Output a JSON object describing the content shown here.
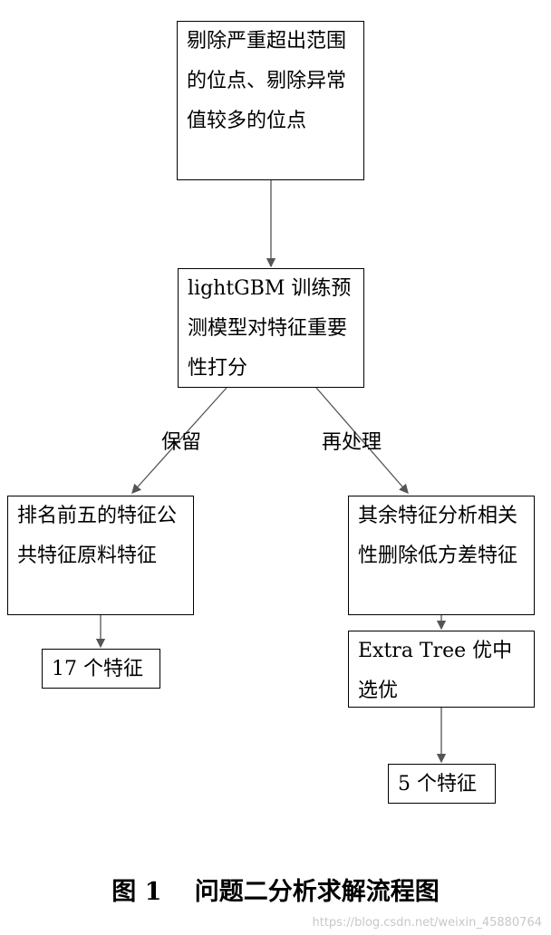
{
  "nodes": {
    "remove_sites": "剔除严重超出范围的位点、剔除异常值较多的位点",
    "lightgbm": "lightGBM 训练预测模型对特征重要性打分",
    "top_five": "排名前五的特征公共特征原料特征",
    "features_17": "17 个特征",
    "remaining": "其余特征分析相关性删除低方差特征",
    "extra_tree": "Extra Tree 优中选优",
    "features_5": "5 个特征"
  },
  "edge_labels": {
    "keep": "保留",
    "reprocess": "再处理"
  },
  "caption": "图 1　 问题二分析求解流程图",
  "watermark": "https://blog.csdn.net/weixin_45880764"
}
